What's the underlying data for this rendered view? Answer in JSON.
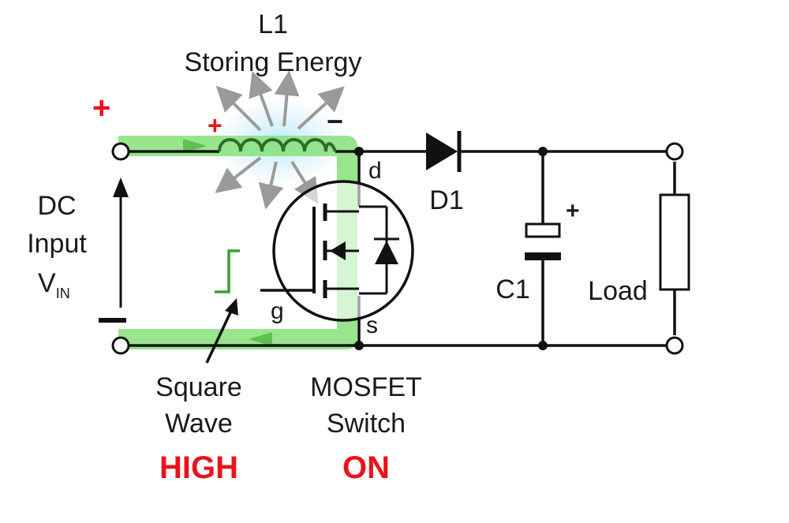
{
  "labels": {
    "inductor_name": "L1",
    "inductor_state": "Storing Energy",
    "input_line1": "DC",
    "input_line2": "Input",
    "input_v": "V",
    "input_sub": "IN",
    "diode": "D1",
    "capacitor": "C1",
    "load": "Load",
    "drain": "d",
    "gate": "g",
    "source": "s",
    "square_wave_line1": "Square",
    "square_wave_line2": "Wave",
    "mosfet_line1": "MOSFET",
    "mosfet_line2": "Switch",
    "square_wave_state": "HIGH",
    "mosfet_state": "ON"
  },
  "signs": {
    "input_plus": "+",
    "input_minus": "−",
    "inductor_plus": "+",
    "inductor_minus": "−",
    "cap_plus": "+"
  },
  "colors": {
    "current_path": "#86e07a",
    "energy_glow": "#bfe9ff",
    "state_text": "#e8141b",
    "gate_signal": "#3aa12e"
  }
}
